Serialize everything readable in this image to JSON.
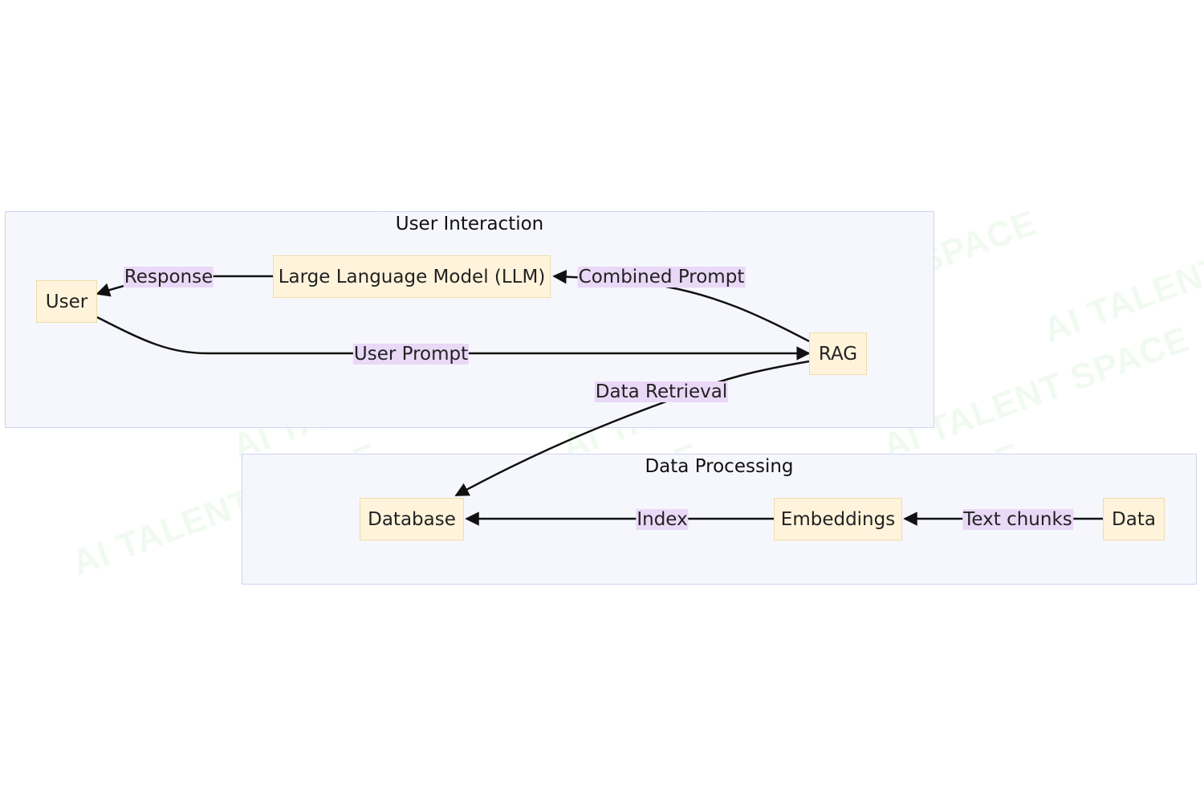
{
  "colors": {
    "cluster_fill": "#f6f7fd",
    "cluster_border": "#cfd3f0",
    "node_fill": "#fff4db",
    "node_border": "#f0dca8",
    "edge_label_bg": "#ead8f7",
    "edge": "#111111",
    "watermark": "#aee6a6"
  },
  "watermark": "AI TALENT SPACE",
  "clusters": {
    "user_interaction": "User Interaction",
    "data_processing": "Data Processing"
  },
  "nodes": {
    "user": "User",
    "llm": "Large Language Model (LLM)",
    "rag": "RAG",
    "database": "Database",
    "embeddings": "Embeddings",
    "data": "Data"
  },
  "edges": [
    {
      "from": "llm",
      "to": "user",
      "label": "Response"
    },
    {
      "from": "rag",
      "to": "llm",
      "label": "Combined Prompt"
    },
    {
      "from": "user",
      "to": "rag",
      "label": "User Prompt"
    },
    {
      "from": "rag",
      "to": "database",
      "label": "Data Retrieval"
    },
    {
      "from": "embeddings",
      "to": "database",
      "label": "Index"
    },
    {
      "from": "data",
      "to": "embeddings",
      "label": "Text chunks"
    }
  ]
}
